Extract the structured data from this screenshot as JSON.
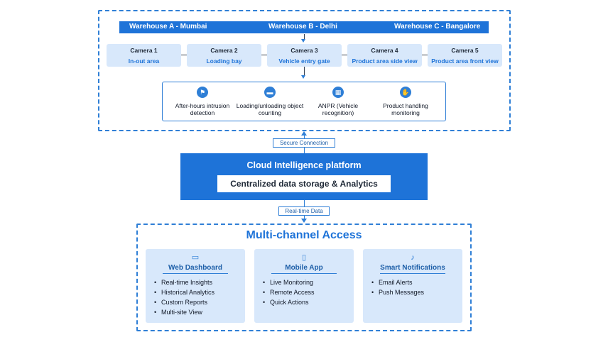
{
  "warehouses": [
    "Warehouse A - Mumbai",
    "Warehouse B - Delhi",
    "Warehouse C - Bangalore"
  ],
  "cameras": [
    {
      "title": "Camera 1",
      "location": "In-out area"
    },
    {
      "title": "Camera 2",
      "location": "Loading bay"
    },
    {
      "title": "Camera 3",
      "location": "Vehicle entry gate"
    },
    {
      "title": "Camera 4",
      "location": "Product area side view"
    },
    {
      "title": "Camera 5",
      "location": "Product area front view"
    }
  ],
  "features": [
    {
      "label": "After-hours intrusion detection",
      "icon": "intrusion-icon"
    },
    {
      "label": "Loading/unloading object counting",
      "icon": "truck-icon"
    },
    {
      "label": "ANPR (Vehicle recognition)",
      "icon": "vehicle-icon"
    },
    {
      "label": "Product handling monitoring",
      "icon": "hand-icon"
    }
  ],
  "connections": {
    "secure": "Secure Connection",
    "realtime": "Real-time Data"
  },
  "cloud": {
    "title": "Cloud Intelligence platform",
    "subtitle": "Centralized data storage & Analytics"
  },
  "access": {
    "title": "Multi-channel Access",
    "cards": [
      {
        "title": "Web Dashboard",
        "icon": "monitor-icon",
        "items": [
          "Real-time Insights",
          "Historical Analytics",
          "Custom Reports",
          "Multi-site View"
        ]
      },
      {
        "title": "Mobile App",
        "icon": "phone-icon",
        "items": [
          "Live Monitoring",
          "Remote Access",
          "Quick Actions"
        ]
      },
      {
        "title": "Smart Notifications",
        "icon": "bell-icon",
        "items": [
          "Email Alerts",
          "Push Messages"
        ]
      }
    ]
  },
  "colors": {
    "primary": "#1e73d8",
    "light": "#d8e8fb",
    "border": "#2f7fd6"
  }
}
